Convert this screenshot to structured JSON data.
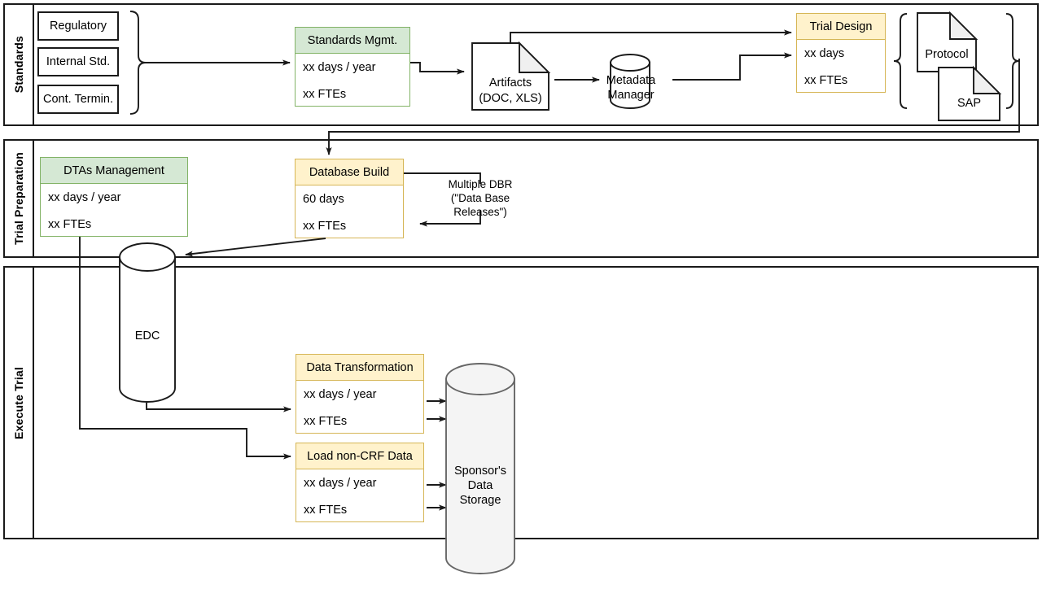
{
  "diagram": {
    "title": "Clinical Trial Data Flow Swimlane Diagram",
    "colors": {
      "green_fill": "#d5e8d4",
      "green_stroke": "#82b366",
      "yellow_fill": "#fff2cc",
      "yellow_stroke": "#d6b656",
      "line": "#1a1a1a",
      "shape_fill_gray": "#f0f0f0"
    }
  },
  "lanes": [
    {
      "label": "Standards"
    },
    {
      "label": "Trial Preparation"
    },
    {
      "label": "Execute Trial"
    }
  ],
  "inputs": [
    {
      "label": "Regulatory"
    },
    {
      "label": "Internal Std."
    },
    {
      "label": "Cont. Termin."
    }
  ],
  "cards": {
    "standards_mgmt": {
      "title": "Standards Mgmt.",
      "rows": [
        "xx days / year",
        "xx FTEs"
      ],
      "color": "green"
    },
    "trial_design": {
      "title": "Trial Design",
      "rows": [
        "xx days",
        "xx FTEs"
      ],
      "color": "yellow"
    },
    "dtas_management": {
      "title": "DTAs Management",
      "rows": [
        "xx days / year",
        "xx FTEs"
      ],
      "color": "green"
    },
    "database_build": {
      "title": "Database Build",
      "rows": [
        "60 days",
        "xx FTEs"
      ],
      "color": "yellow"
    },
    "data_transformation": {
      "title": "Data Transformation",
      "rows": [
        "xx days / year",
        "xx FTEs"
      ],
      "color": "yellow"
    },
    "load_non_crf_data": {
      "title": "Load non-CRF Data",
      "rows": [
        "xx days / year",
        "xx FTEs"
      ],
      "color": "yellow"
    }
  },
  "documents": {
    "artifacts": {
      "line1": "Artifacts",
      "line2": "(DOC, XLS)"
    },
    "protocol": {
      "label": "Protocol"
    },
    "sap": {
      "label": "SAP"
    }
  },
  "datastores": {
    "metadata_manager": {
      "line1": "Metadata",
      "line2": "Manager"
    },
    "edc": {
      "label": "EDC"
    },
    "sponsor_storage": {
      "line1": "Sponsor's",
      "line2": "Data",
      "line3": "Storage"
    }
  },
  "annotations": {
    "multiple_dbr": {
      "line1": "Multiple DBR",
      "line2": "(\"Data Base",
      "line3": "Releases\")"
    }
  }
}
